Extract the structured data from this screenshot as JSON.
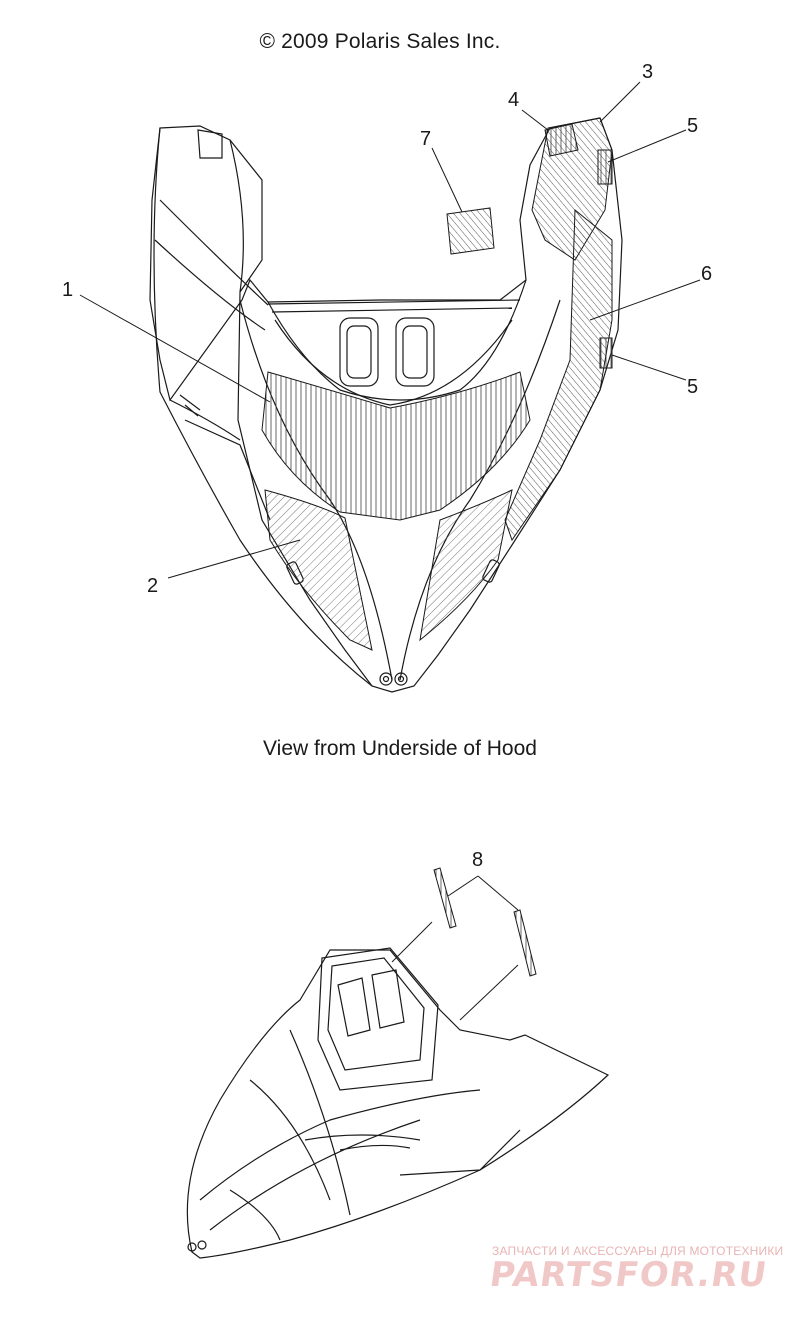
{
  "header": {
    "copyright": "© 2009 Polaris Sales Inc."
  },
  "caption": {
    "view": "View from Underside of Hood"
  },
  "callouts": {
    "c1": "1",
    "c2": "2",
    "c3": "3",
    "c4": "4",
    "c5a": "5",
    "c5b": "5",
    "c6": "6",
    "c7": "7",
    "c8": "8"
  },
  "watermark": {
    "tagline": "ЗАПЧАСТИ И АКСЕССУАРЫ ДЛЯ МОТОТЕХНИКИ",
    "brand": "PARTSFOR.RU"
  },
  "colors": {
    "line": "#1a1a1a",
    "hatch": "#555555",
    "watermark": "#e8a0a0"
  }
}
